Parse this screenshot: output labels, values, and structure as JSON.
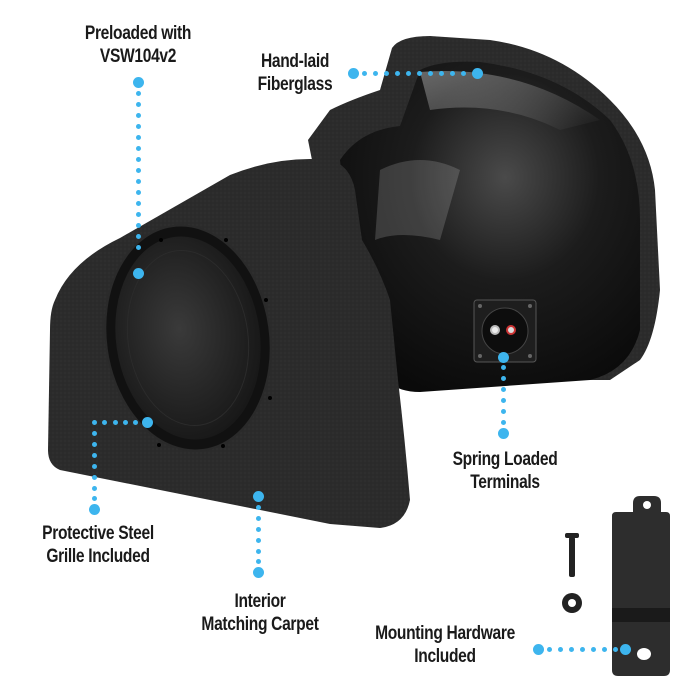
{
  "product": {
    "description": "Fiberglass carpeted subwoofer enclosure with speaker grille, spring loaded terminal cup and mounting bracket hardware",
    "accent_color": "#3db5ee",
    "text_color": "#1a1a1a"
  },
  "callouts": [
    {
      "id": "preloaded",
      "lines": [
        "Preloaded with",
        "VSW104v2"
      ]
    },
    {
      "id": "fiberglass",
      "lines": [
        "Hand-laid",
        "Fiberglass"
      ]
    },
    {
      "id": "terminals",
      "lines": [
        "Spring Loaded",
        "Terminals"
      ]
    },
    {
      "id": "grille",
      "lines": [
        "Protective Steel",
        "Grille Included"
      ]
    },
    {
      "id": "carpet",
      "lines": [
        "Interior",
        "Matching Carpet"
      ]
    },
    {
      "id": "hardware",
      "lines": [
        "Mounting Hardware",
        "Included"
      ]
    }
  ]
}
